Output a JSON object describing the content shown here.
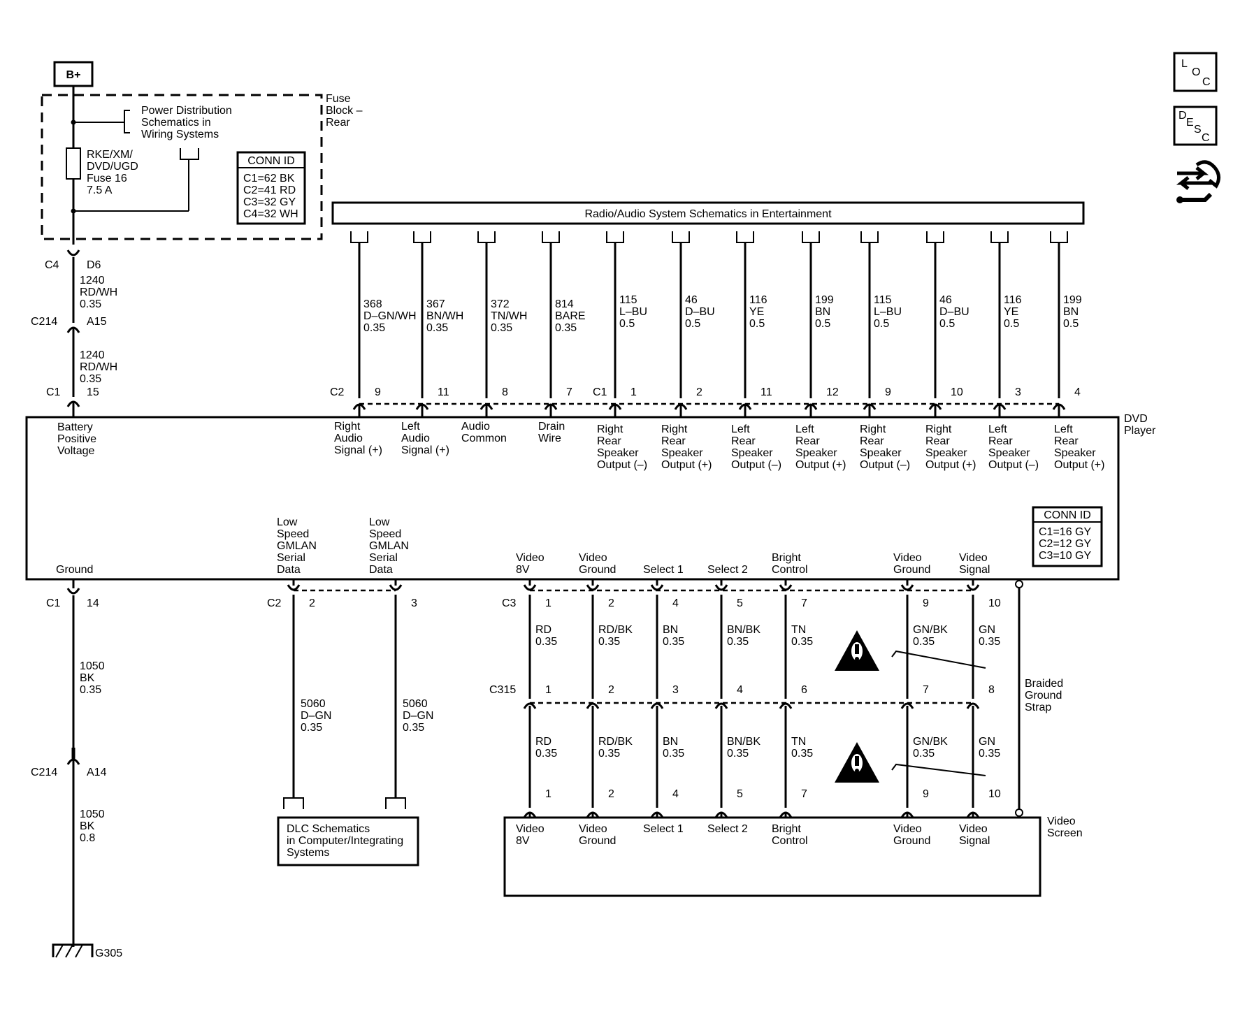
{
  "power": {
    "bplus": "B+",
    "fuse_block": [
      "Fuse",
      "Block –",
      "Rear"
    ],
    "power_dist": [
      "Power Distribution",
      "Schematics in",
      "Wiring Systems"
    ],
    "fuse": [
      "RKE/XM/",
      "DVD/UGD",
      "Fuse 16",
      "7.5 A"
    ],
    "conn_id_title": "CONN ID",
    "conn_ids": [
      "C1=62 BK",
      "C2=41 RD",
      "C3=32 GY",
      "C4=32 WH"
    ]
  },
  "battery_circuit": {
    "c4": "C4",
    "d6": "D6",
    "wire1": [
      "1240",
      "RD/WH",
      "0.35"
    ],
    "c214": "C214",
    "a15": "A15",
    "wire2": [
      "1240",
      "RD/WH",
      "0.35"
    ],
    "c1": "C1",
    "pin15": "15"
  },
  "radio": {
    "label": "Radio/Audio System Schematics in Entertainment",
    "c2": "C2",
    "c1": "C1",
    "wires": [
      {
        "wire": [
          "368",
          "D–GN/WH",
          "0.35"
        ],
        "pin": "9",
        "fn": [
          "Right",
          "Audio",
          "Signal (+)"
        ]
      },
      {
        "wire": [
          "367",
          "BN/WH",
          "0.35"
        ],
        "pin": "11",
        "fn": [
          "Left",
          "Audio",
          "Signal (+)"
        ]
      },
      {
        "wire": [
          "372",
          "TN/WH",
          "0.35"
        ],
        "pin": "8",
        "fn": [
          "Audio",
          "Common"
        ]
      },
      {
        "wire": [
          "814",
          "BARE",
          "0.35"
        ],
        "pin": "7",
        "fn": [
          "Drain",
          "Wire"
        ]
      },
      {
        "wire": [
          "115",
          "L–BU",
          "0.5"
        ],
        "pin": "1",
        "fn": [
          "Right",
          "Rear",
          "Speaker",
          "Output (–)"
        ]
      },
      {
        "wire": [
          "46",
          "D–BU",
          "0.5"
        ],
        "pin": "2",
        "fn": [
          "Right",
          "Rear",
          "Speaker",
          "Output (+)"
        ]
      },
      {
        "wire": [
          "116",
          "YE",
          "0.5"
        ],
        "pin": "11",
        "fn": [
          "Left",
          "Rear",
          "Speaker",
          "Output (–)"
        ]
      },
      {
        "wire": [
          "199",
          "BN",
          "0.5"
        ],
        "pin": "12",
        "fn": [
          "Left",
          "Rear",
          "Speaker",
          "Output (+)"
        ]
      },
      {
        "wire": [
          "115",
          "L–BU",
          "0.5"
        ],
        "pin": "9",
        "fn": [
          "Right",
          "Rear",
          "Speaker",
          "Output (–)"
        ]
      },
      {
        "wire": [
          "46",
          "D–BU",
          "0.5"
        ],
        "pin": "10",
        "fn": [
          "Right",
          "Rear",
          "Speaker",
          "Output (+)"
        ]
      },
      {
        "wire": [
          "116",
          "YE",
          "0.5"
        ],
        "pin": "3",
        "fn": [
          "Left",
          "Rear",
          "Speaker",
          "Output (–)"
        ]
      },
      {
        "wire": [
          "199",
          "BN",
          "0.5"
        ],
        "pin": "4",
        "fn": [
          "Left",
          "Rear",
          "Speaker",
          "Output (+)"
        ]
      }
    ]
  },
  "dvd": {
    "name": [
      "DVD",
      "Player"
    ],
    "battery_fn": [
      "Battery",
      "Positive",
      "Voltage"
    ],
    "ground_fn": "Ground",
    "gmlan_fn": [
      "Low",
      "Speed",
      "GMLAN",
      "Serial",
      "Data"
    ],
    "conn_id_title": "CONN ID",
    "conn_ids": [
      "C1=16 GY",
      "C2=12 GY",
      "C3=10 GY"
    ]
  },
  "ground_circuit": {
    "c1": "C1",
    "pin14": "14",
    "wire1": [
      "1050",
      "BK",
      "0.35"
    ],
    "c214": "C214",
    "a14": "A14",
    "wire2": [
      "1050",
      "BK",
      "0.8"
    ],
    "g305": "G305"
  },
  "gmlan": {
    "c2": "C2",
    "pins": [
      "2",
      "3"
    ],
    "wires": [
      [
        "5060",
        "D–GN",
        "0.35"
      ],
      [
        "5060",
        "D–GN",
        "0.35"
      ]
    ],
    "dlc": [
      "DLC Schematics",
      "in Computer/Integrating",
      "Systems"
    ]
  },
  "video": {
    "c3": "C3",
    "c315": "C315",
    "fns": [
      [
        "Video",
        "8V"
      ],
      [
        "Video",
        "Ground"
      ],
      [
        "Select 1"
      ],
      [
        "Select 2"
      ],
      [
        "Bright",
        "Control"
      ],
      [
        "Video",
        "Ground"
      ],
      [
        "Video",
        "Signal"
      ]
    ],
    "c3_pins": [
      "1",
      "2",
      "4",
      "5",
      "7",
      "9",
      "10"
    ],
    "c315_pins": [
      "1",
      "2",
      "3",
      "4",
      "6",
      "7",
      "8"
    ],
    "screen_pins": [
      "1",
      "2",
      "4",
      "5",
      "7",
      "9",
      "10"
    ],
    "wires": [
      [
        "RD",
        "0.35"
      ],
      [
        "RD/BK",
        "0.35"
      ],
      [
        "BN",
        "0.35"
      ],
      [
        "BN/BK",
        "0.35"
      ],
      [
        "TN",
        "0.35"
      ],
      [
        "GN/BK",
        "0.35"
      ],
      [
        "GN",
        "0.35"
      ]
    ],
    "braided": [
      "Braided",
      "Ground",
      "Strap"
    ],
    "screen": [
      "Video",
      "Screen"
    ]
  },
  "icons": {
    "loc": [
      "L",
      "O",
      "C"
    ],
    "desc": [
      "D",
      "E",
      "S",
      "C"
    ]
  }
}
